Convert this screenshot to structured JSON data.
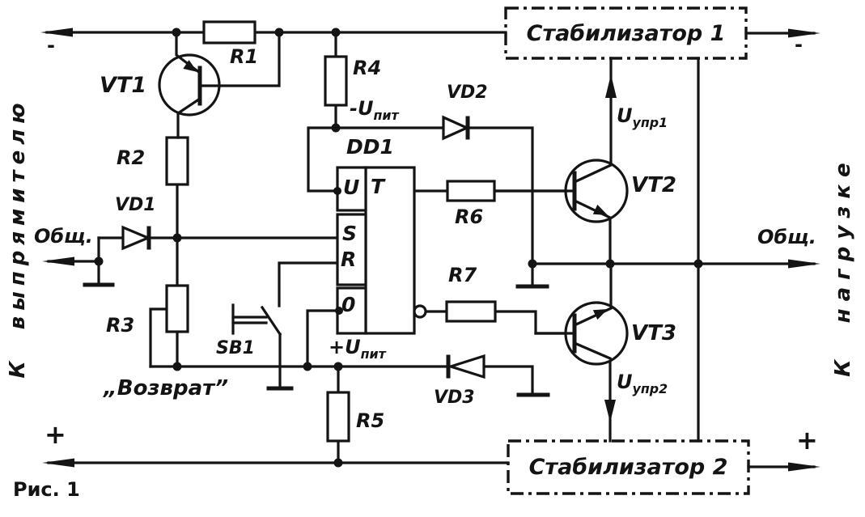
{
  "figure_caption": "Рис. 1",
  "side_labels": {
    "left": "К  выпрямителю",
    "right": "К  нагрузке"
  },
  "terminals": {
    "top_left_polarity": "-",
    "bottom_left_polarity": "+",
    "top_right_polarity": "-",
    "bottom_right_polarity": "+",
    "common_left": "Общ.",
    "common_right": "Общ."
  },
  "blocks": {
    "stab1_label": "Стабилизатор 1",
    "stab2_label": "Стабилизатор 2"
  },
  "components": {
    "r1": "R1",
    "r2": "R2",
    "r3": "R3",
    "r4": "R4",
    "r5": "R5",
    "r6": "R6",
    "r7": "R7",
    "vt1": "VT1",
    "vt2": "VT2",
    "vt3": "VT3",
    "vd1": "VD1",
    "vd2": "VD2",
    "vd3": "VD3",
    "dd1": "DD1",
    "sb1": "SB1"
  },
  "dd1_pins": {
    "u": "U",
    "t": "T",
    "s": "S",
    "r": "R",
    "out": "0"
  },
  "signals": {
    "u_pit_minus": {
      "main": "-U",
      "sub": "пит"
    },
    "u_pit_plus": {
      "main": "+U",
      "sub": "пит"
    },
    "u_upr1": {
      "main": "U",
      "sub": "упр1"
    },
    "u_upr2": {
      "main": "U",
      "sub": "упр2"
    }
  },
  "button_caption": "„Возврат”",
  "colors": {
    "ink": "#141414",
    "paper": "#ffffff"
  }
}
